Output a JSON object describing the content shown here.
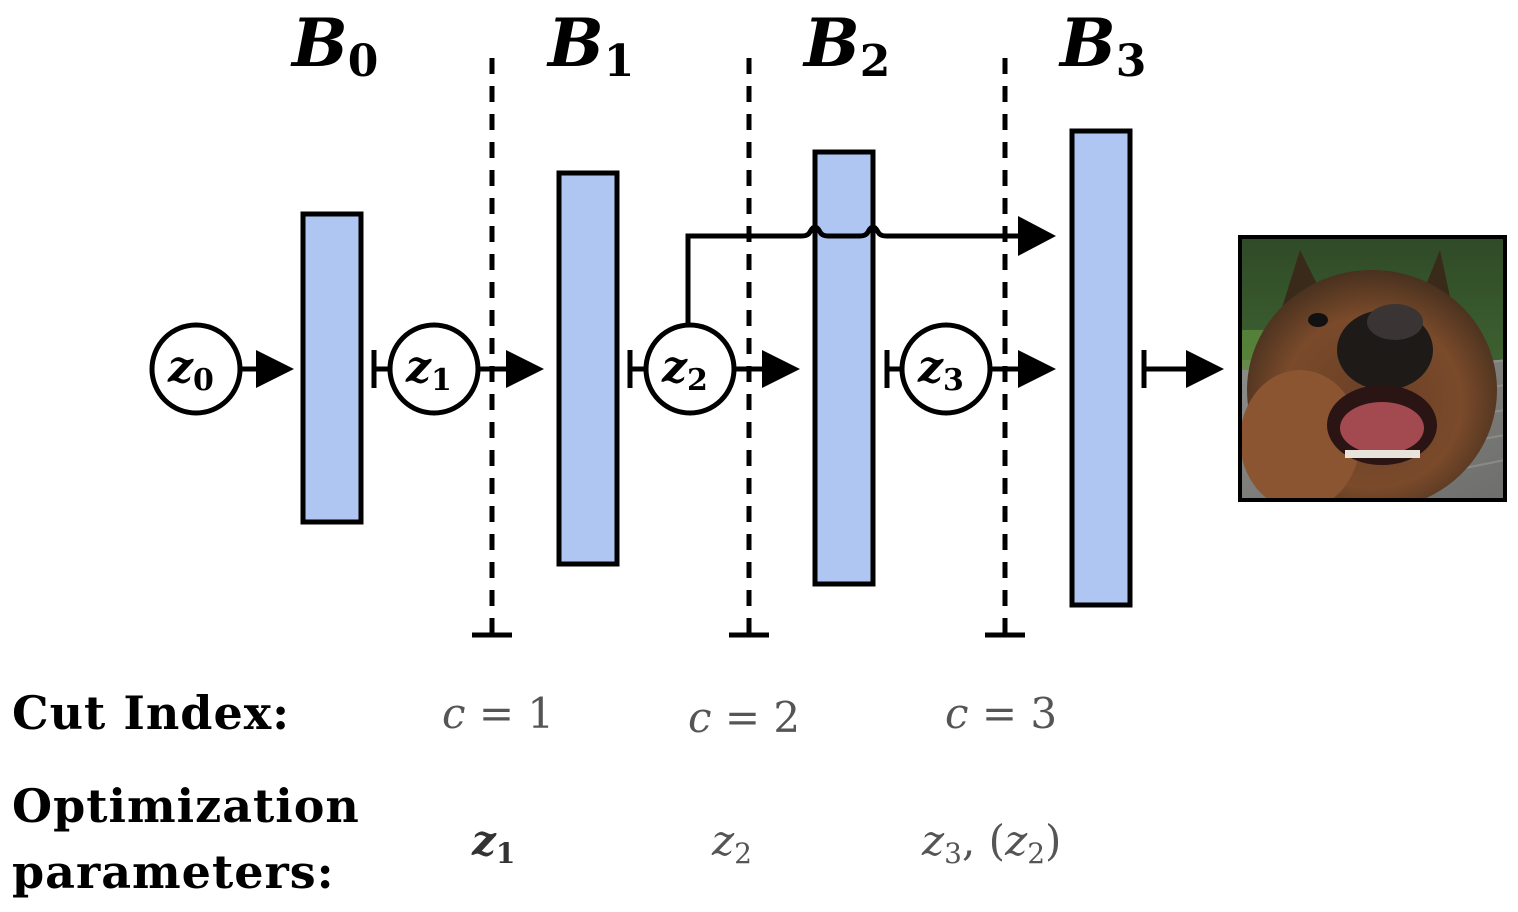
{
  "blocks": [
    {
      "var": "B",
      "sub": "0"
    },
    {
      "var": "B",
      "sub": "1"
    },
    {
      "var": "B",
      "sub": "2"
    },
    {
      "var": "B",
      "sub": "3"
    }
  ],
  "nodes": [
    {
      "var": "z",
      "sub": "0"
    },
    {
      "var": "z",
      "sub": "1"
    },
    {
      "var": "z",
      "sub": "2"
    },
    {
      "var": "z",
      "sub": "3"
    }
  ],
  "rows": {
    "cut_index_label": "Cut Index:",
    "optimization_label_line1": "Optimization",
    "optimization_label_line2": "parameters:"
  },
  "cuts": [
    {
      "var": "c",
      "eq": " = 1"
    },
    {
      "var": "c",
      "eq": " = 2"
    },
    {
      "var": "c",
      "eq": " = 3"
    }
  ],
  "optimization": [
    {
      "var": "z",
      "sub": "1"
    },
    {
      "var": "z",
      "sub": "2"
    },
    {
      "var": "z",
      "sub": "3",
      "extra_prefix": ", (",
      "extra_var": "z",
      "extra_sub": "2",
      "extra_suffix": ")"
    }
  ],
  "colors": {
    "block_fill": "#aec6f1",
    "stroke": "#000000",
    "muted_text": "#555555"
  }
}
